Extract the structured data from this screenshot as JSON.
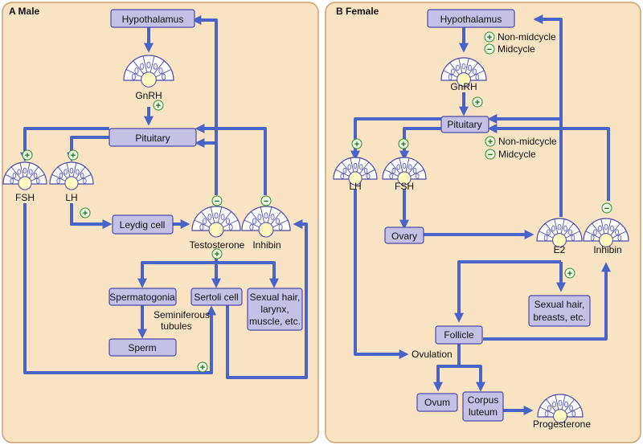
{
  "male": {
    "title": "A  Male",
    "hypothalamus": "Hypothalamus",
    "gnrh": "GnRH",
    "pituitary": "Pituitary",
    "fsh": "FSH",
    "lh": "LH",
    "leydig": "Leydig cell",
    "testosterone": "Testosterone",
    "inhibin": "Inhibin",
    "spermatogonia": "Spermatogonia",
    "seminiferous": [
      "Seminiferous",
      "tubules"
    ],
    "sperm": "Sperm",
    "sertoli": "Sertoli cell",
    "sexual": [
      "Sexual hair,",
      "larynx,",
      "muscle, etc."
    ]
  },
  "female": {
    "title": "B  Female",
    "hypothalamus": "Hypothalamus",
    "gnrh": "GnRH",
    "pituitary": "Pituitary",
    "lh": "LH",
    "fsh": "FSH",
    "ovary": "Ovary",
    "e2": "E2",
    "inhibin": "Inhibin",
    "sexual": [
      "Sexual hair,",
      "breasts, etc."
    ],
    "follicle": "Follicle",
    "ovulation": "Ovulation",
    "ovum": "Ovum",
    "corpus": [
      "Corpus",
      "luteum"
    ],
    "progesterone": "Progesterone",
    "legend_plus": "Non-midcycle",
    "legend_minus": "Midcycle"
  },
  "signs": {
    "plus": "+",
    "minus": "−"
  },
  "colors": {
    "panel": "#f8e3c2",
    "box": "#c4c0e6",
    "arrow": "#4a63c9",
    "sign": "#2f8f2f"
  }
}
